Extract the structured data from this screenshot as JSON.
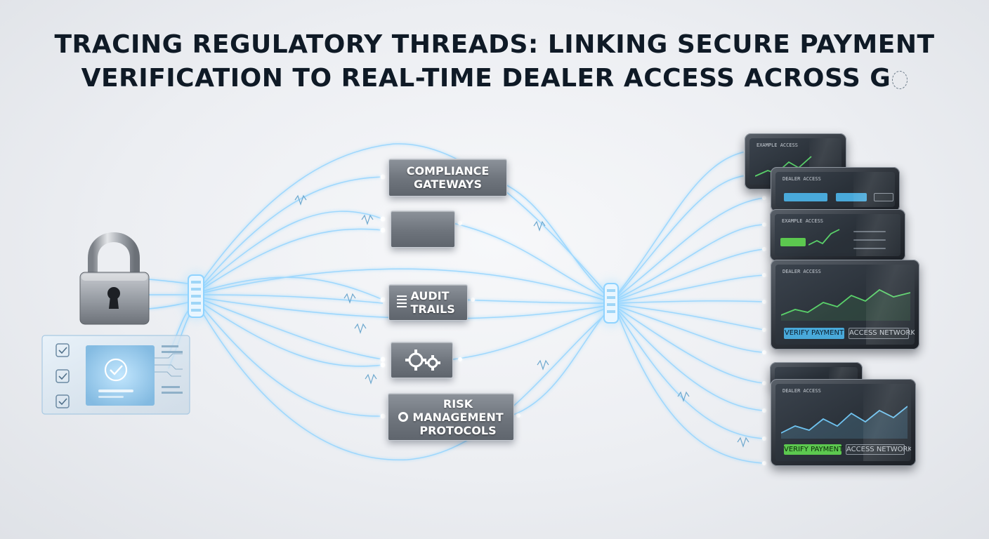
{
  "title": {
    "line1": "TRACING REGULATORY THREADS: LINKING SECURE PAYMENT",
    "line2": "VERIFICATION TO REAL-TIME DEALER ACCESS ACROSS G"
  },
  "nodes": {
    "compliance": "COMPLIANCE GATEWAYS",
    "audit": "AUDIT TRAILS",
    "risk_line1": "RISK",
    "risk_line2": "MANAGEMENT",
    "risk_line3": "PROTOCOLS"
  },
  "tablets": {
    "t1_title": "EXAMPLE ACCESS",
    "t2_title": "DEALER ACCESS",
    "t3_title": "EXAMPLE ACCESS",
    "t4_title": "DEALER ACCESS",
    "t6_title": "DEALER ACCESS",
    "verify_label": "VERIFY PAYMENT",
    "access_label": "ACCESS NETWORK"
  },
  "colors": {
    "thread": "#8fd3ff",
    "thread_glow": "#c9ecff",
    "chart_green": "#5ad16a",
    "chart_blue": "#6fc3f0"
  }
}
